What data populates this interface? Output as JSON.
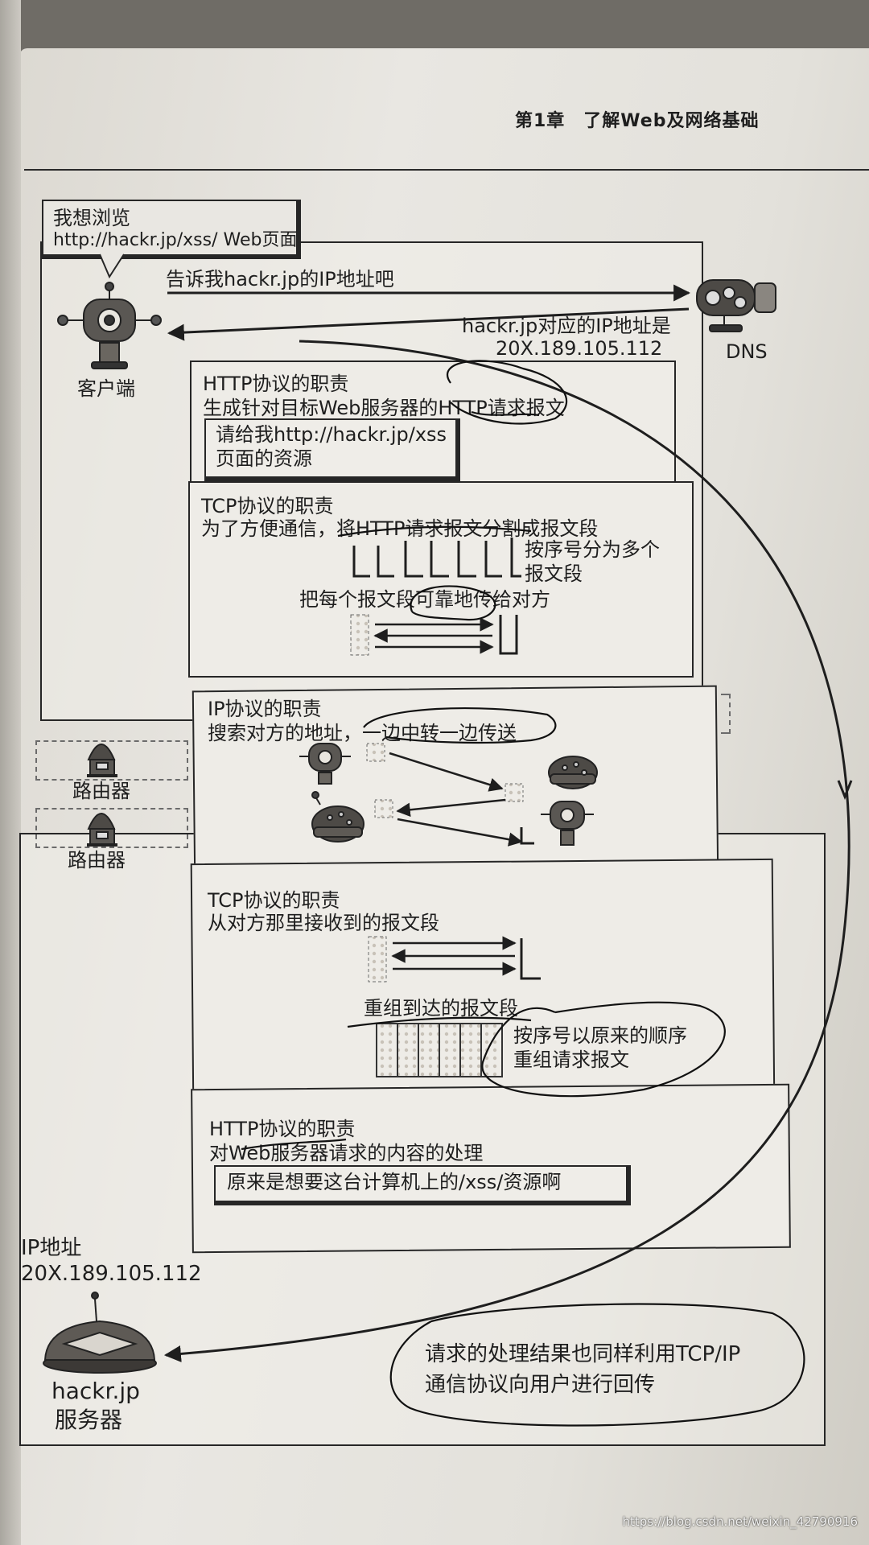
{
  "chapter_heading": "第1章　了解Web及网络基础",
  "speech_bubble": {
    "line1": "我想浏览",
    "line2": "http://hackr.jp/xss/ Web页面"
  },
  "client": {
    "label": "客户端"
  },
  "dns": {
    "label": "DNS",
    "request": "告诉我hackr.jp的IP地址吧",
    "reply_line1": "hackr.jp对应的IP地址是",
    "reply_line2": "20X.189.105.112"
  },
  "http_request": {
    "title": "HTTP协议的职责",
    "desc": "生成针对目标Web服务器的HTTP请求报文",
    "note_line1": "请给我http://hackr.jp/xss",
    "note_line2": "页面的资源"
  },
  "tcp_send": {
    "title": "TCP协议的职责",
    "desc": "为了方便通信，将HTTP请求报文分割成报文段",
    "note_line1": "按序号分为多个",
    "note_line2": "报文段",
    "note3": "把每个报文段可靠地传给对方"
  },
  "ip": {
    "title": "IP协议的职责",
    "desc": "搜索对方的地址，一边中转一边传送"
  },
  "routers": [
    {
      "label": "路由器"
    },
    {
      "label": "路由器"
    }
  ],
  "tcp_receive": {
    "title": "TCP协议的职责",
    "desc": "从对方那里接收到的报文段",
    "note1": "重组到达的报文段",
    "note2_line1": "按序号以原来的顺序",
    "note2_line2": "重组请求报文"
  },
  "http_process": {
    "title": "HTTP协议的职责",
    "desc": "对Web服务器请求的内容的处理",
    "note": "原来是想要这台计算机上的/xss/资源啊"
  },
  "server": {
    "ip_label": "IP地址",
    "ip": "20X.189.105.112",
    "name_line1": "hackr.jp",
    "name_line2": "服务器"
  },
  "result_note": {
    "line1": "请求的处理结果也同样利用TCP/IP",
    "line2": "通信协议向用户进行回传"
  },
  "watermark": "https://blog.csdn.net/weixin_42790916"
}
